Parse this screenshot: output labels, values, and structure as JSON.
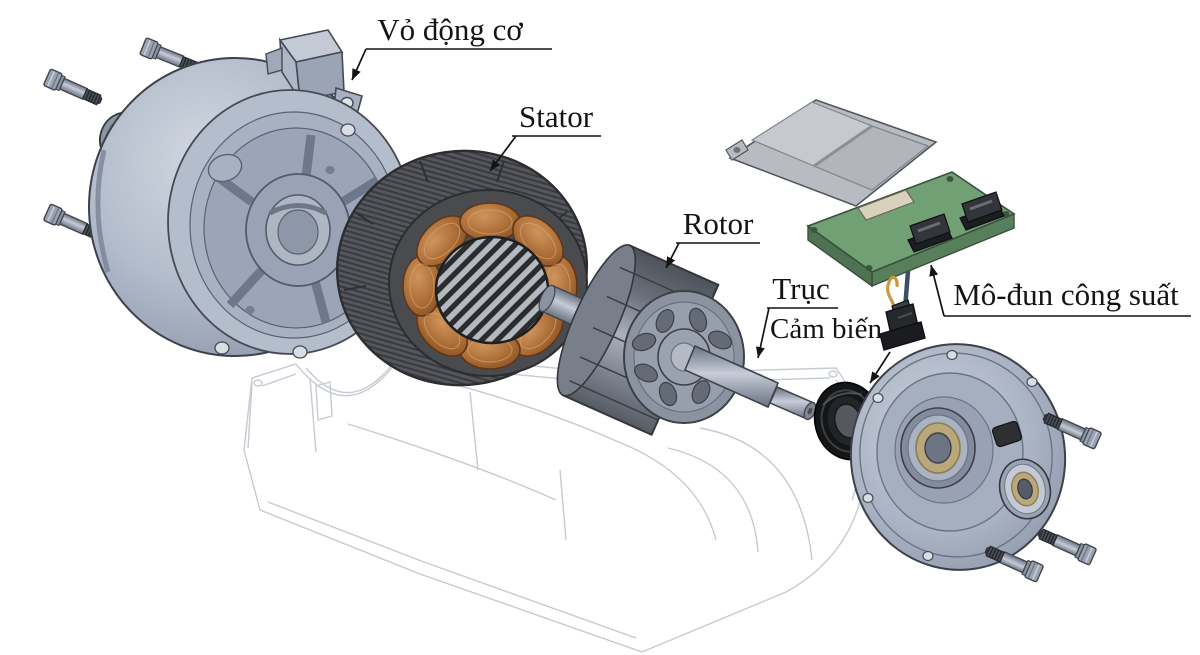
{
  "diagram": {
    "type": "exploded-view",
    "subject": "Electric motor assembly with power module",
    "background": "#ffffff",
    "labels": {
      "housing": "Vỏ động cơ",
      "stator": "Stator",
      "rotor": "Rotor",
      "shaft": "Trục",
      "sensor": "Cảm biến",
      "power_module": "Mô-đun công suất"
    },
    "parts": [
      {
        "name": "motor-housing-front-cover"
      },
      {
        "name": "mounting-bolts-left",
        "count": 3
      },
      {
        "name": "ball-bearing-left"
      },
      {
        "name": "stator-with-copper-windings"
      },
      {
        "name": "rotor-with-shaft"
      },
      {
        "name": "black-seal-ring"
      },
      {
        "name": "sensor-connector-with-wires"
      },
      {
        "name": "power-module-pcb-heatsink"
      },
      {
        "name": "end-cover-with-bearings"
      },
      {
        "name": "mounting-bolts-right",
        "count": 3
      },
      {
        "name": "transparent-base-casing"
      }
    ],
    "colors": {
      "metal_light": "#c9d0dc",
      "metal": "#aab3c4",
      "metal_dark": "#7d8698",
      "outline": "#3c414c",
      "lamination_dark": "#4a4b4f",
      "copper": "#b5773f",
      "pcb_green": "#72a075",
      "heatsink_gray": "#bfc3c9",
      "connector_black": "#26282c",
      "seal_black": "#17181a",
      "brass": "#b9a87c",
      "ghost_outline": "#c5cad3",
      "label_text": "#141414",
      "wire_gold": "#c79b3e",
      "wire_blue": "#3e4f63"
    }
  }
}
